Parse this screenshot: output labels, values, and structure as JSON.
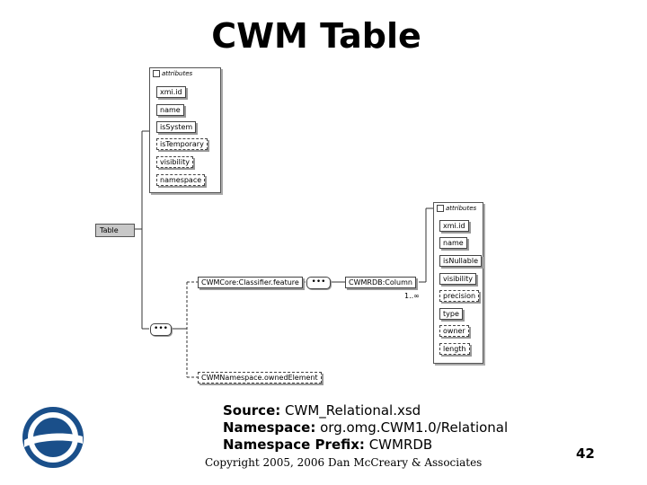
{
  "title": "CWM Table",
  "root_element": "Table",
  "attributes_group_left": {
    "header": "attributes",
    "items": [
      "xmi.id",
      "name",
      "isSystem",
      "isTemporary",
      "visibility",
      "namespace"
    ]
  },
  "attributes_group_right": {
    "header": "attributes",
    "items": [
      "xmi.id",
      "name",
      "isNullable",
      "visibility",
      "precision",
      "type",
      "owner",
      "length"
    ]
  },
  "feature_element": "CWMCore:Classifier.feature",
  "column_element": "CWMRDB:Column",
  "column_multiplicity": "1..∞",
  "sequence_symbol": "•••",
  "owned_element": "CWMNamespace.ownedElement",
  "footer": {
    "source_label": "Source:",
    "source_value": "CWM_Relational.xsd",
    "namespace_label": "Namespace:",
    "namespace_value": "org.omg.CWM1.0/Relational",
    "prefix_label": "Namespace Prefix:",
    "prefix_value": "CWMRDB"
  },
  "copyright": "Copyright 2005, 2006 Dan McCreary & Associates",
  "page_number": "42",
  "colors": {
    "logo_blue": "#1a4f8a",
    "root_fill": "#c8c8c8"
  }
}
